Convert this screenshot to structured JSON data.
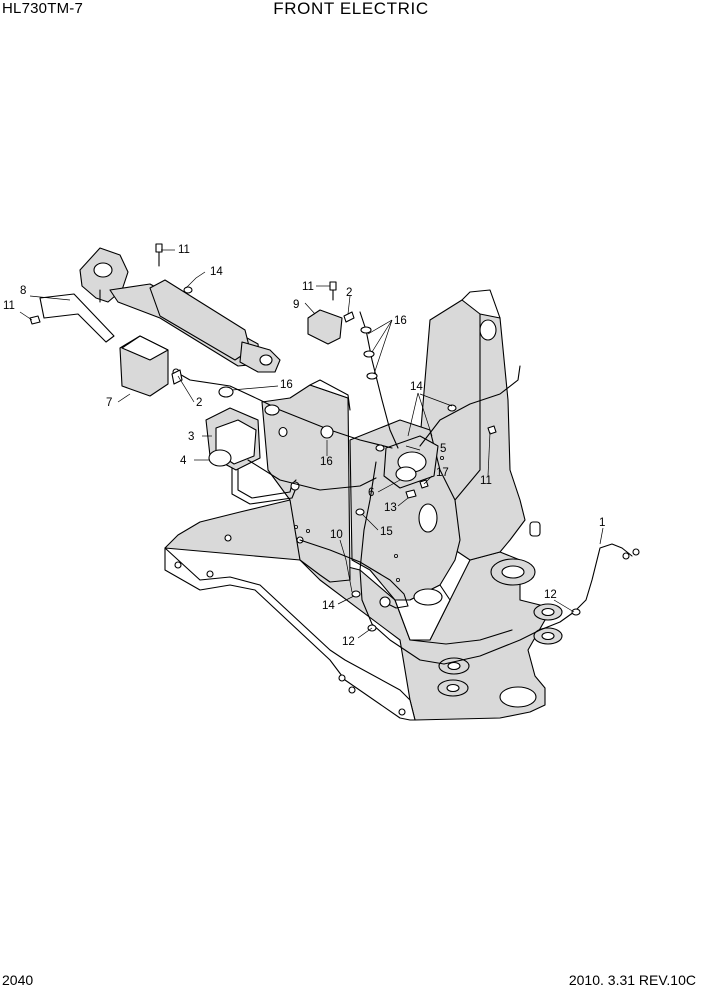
{
  "header": {
    "model": "HL730TM-7",
    "title": "FRONT ELECTRIC"
  },
  "footer": {
    "page": "2040",
    "revision": "2010. 3.31  REV.10C"
  },
  "callouts": [
    "11",
    "14",
    "8",
    "11",
    "2",
    "11",
    "9",
    "16",
    "7",
    "2",
    "16",
    "3",
    "4",
    "16",
    "14",
    "5",
    "6",
    "17",
    "13",
    "11",
    "15",
    "10",
    "1",
    "14",
    "12",
    "12"
  ]
}
